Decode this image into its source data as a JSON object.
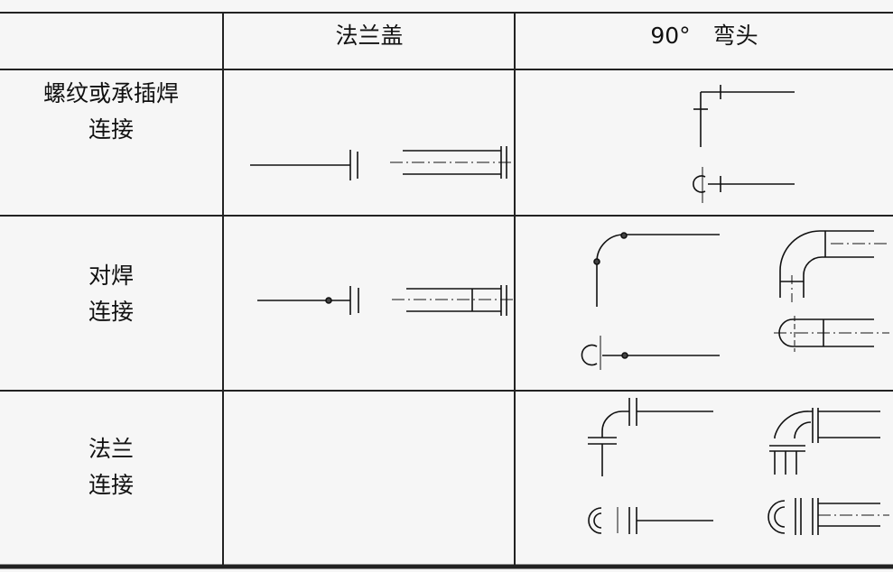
{
  "table": {
    "columns": [
      "",
      "法兰盖",
      "90°　弯头"
    ],
    "rows": [
      {
        "line1": "螺纹或承插焊",
        "line2": "连接"
      },
      {
        "line1": "对焊",
        "line2": "连接"
      },
      {
        "line1": "法兰",
        "line2": "连接"
      }
    ]
  },
  "colors": {
    "line": "#111111",
    "grid": "#222222",
    "background": "#f6f6f6"
  }
}
